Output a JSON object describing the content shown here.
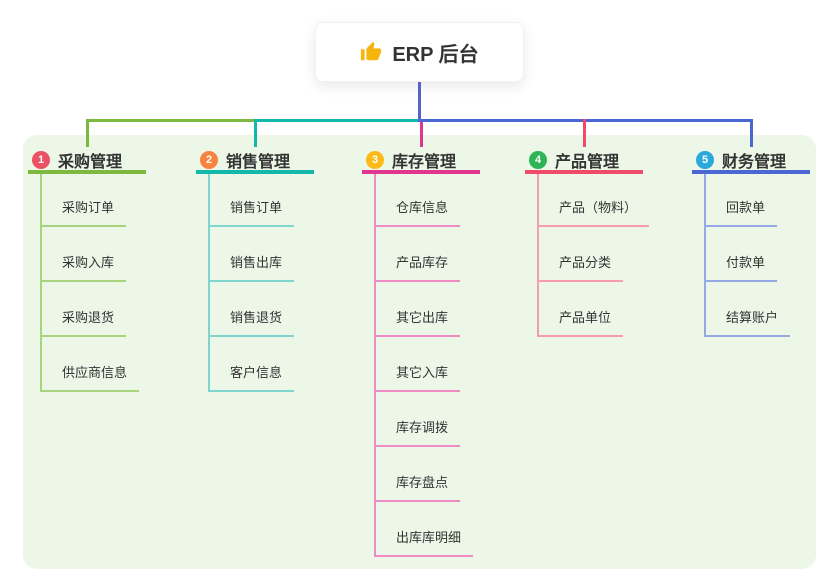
{
  "root": {
    "title": "ERP 后台",
    "icon": "thumbs-up-icon"
  },
  "colors": {
    "canvas_bg": "#ffffff",
    "board_bg": "#ecf7e8",
    "root_edge": "#5463cd",
    "text": "#333333",
    "thumb_icon": "#f5b50a"
  },
  "branches": [
    {
      "badge": "1",
      "label": "采购管理",
      "badge_color": "#ec5162",
      "line_color": "#7cb93e",
      "child_line_color": "#a9d47f",
      "children": [
        "采购订单",
        "采购入库",
        "采购退货",
        "供应商信息"
      ]
    },
    {
      "badge": "2",
      "label": "销售管理",
      "badge_color": "#f8823f",
      "line_color": "#14b8ab",
      "child_line_color": "#7fd5cb",
      "children": [
        "销售订单",
        "销售出库",
        "销售退货",
        "客户信息"
      ]
    },
    {
      "badge": "3",
      "label": "库存管理",
      "badge_color": "#fbba17",
      "line_color": "#e0368f",
      "child_line_color": "#f08cc5",
      "children": [
        "仓库信息",
        "产品库存",
        "其它出库",
        "其它入库",
        "库存调拨",
        "库存盘点",
        "出库库明细"
      ]
    },
    {
      "badge": "4",
      "label": "产品管理",
      "badge_color": "#2cb457",
      "line_color": "#f14b6a",
      "child_line_color": "#f89cab",
      "children": [
        "产品（物料）",
        "产品分类",
        "产品单位"
      ]
    },
    {
      "badge": "5",
      "label": "财务管理",
      "badge_color": "#29a9dc",
      "line_color": "#4a67d3",
      "child_line_color": "#97a8e6",
      "children": [
        "回款单",
        "付款单",
        "结算账户"
      ]
    }
  ]
}
